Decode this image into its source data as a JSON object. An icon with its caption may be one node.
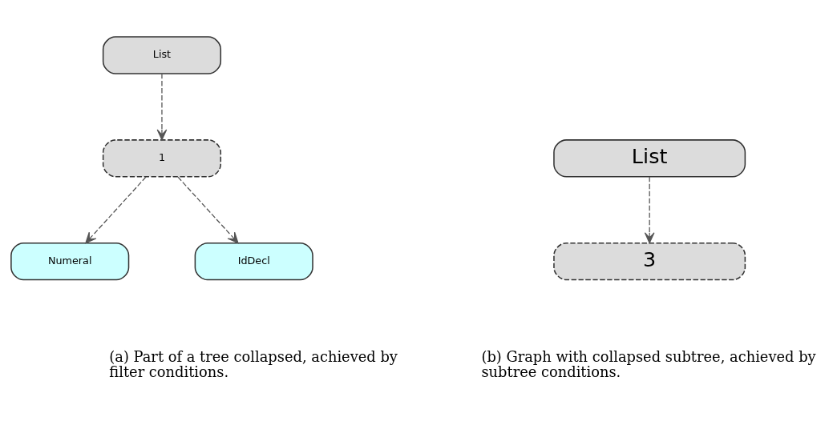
{
  "diagram": {
    "nodes": [
      {
        "text": [
          "List"
        ]
      },
      {
        "text": [
          "1"
        ]
      },
      {
        "text": [
          "Numeral"
        ]
      },
      {
        "text": [
          "IdDecl"
        ]
      },
      {
        "text": [
          "List"
        ]
      },
      {
        "text": [
          "3"
        ]
      }
    ],
    "edges": [
      {
        "from": 0,
        "to": 1,
        "arrow": "to",
        "style": "dashed"
      },
      {
        "from": 1,
        "to": 2,
        "arrow": "to",
        "style": "dashed"
      },
      {
        "from": 1,
        "to": 3,
        "arrow": "to",
        "style": "dashed"
      },
      {
        "from": 4,
        "to": 5,
        "arrow": "to",
        "style": "dashed"
      }
    ],
    "labels": [
      "(a) Part of a tree collapsed, achieved by filter conditions.",
      "(b) Graph with collapsed subtree, achieved by subtree conditions."
    ]
  }
}
